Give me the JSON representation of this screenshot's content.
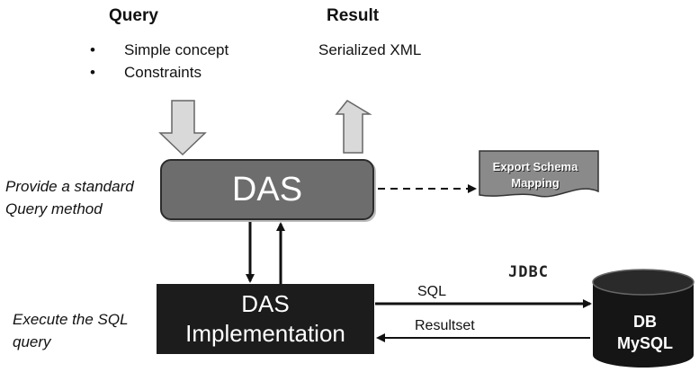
{
  "query": {
    "title": "Query",
    "items": [
      "Simple concept",
      "Constraints"
    ]
  },
  "result": {
    "title": "Result",
    "text": "Serialized XML"
  },
  "das": {
    "label": "DAS",
    "side_note": [
      "Provide a standard",
      "Query method"
    ]
  },
  "export": {
    "lines": [
      "Export Schema",
      "Mapping"
    ]
  },
  "impl": {
    "lines": [
      "DAS",
      "Implementation"
    ],
    "side_note": [
      "Execute the SQL",
      "query"
    ]
  },
  "connector": {
    "jdbc": "JDBC",
    "sql": "SQL",
    "resultset": "Resultset"
  },
  "db": {
    "lines": [
      "DB",
      "MySQL"
    ]
  },
  "colors": {
    "das_fill": "#6d6d6d",
    "impl_fill": "#1c1c1c",
    "arrow_fill": "#d9d9d9",
    "db_fill": "#151515"
  }
}
